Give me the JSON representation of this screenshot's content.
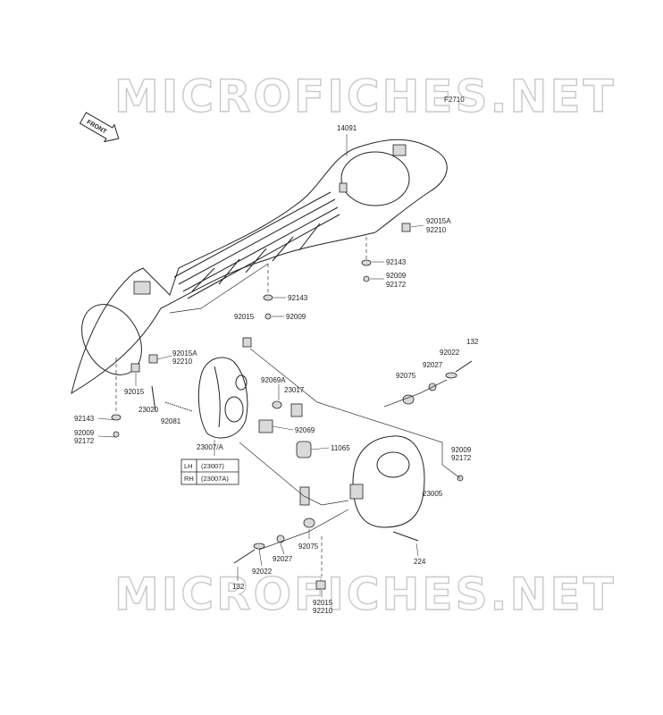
{
  "watermark": {
    "text": "MICROFICHES.NET"
  },
  "figure_code": "F2710",
  "front_marker": "FRONT",
  "labels": [
    {
      "text": "14091"
    },
    {
      "text": "92015A"
    },
    {
      "text": "92210"
    },
    {
      "text": "92143"
    },
    {
      "text": "92009"
    },
    {
      "text": "92172"
    },
    {
      "text": "92143"
    },
    {
      "text": "92009"
    },
    {
      "text": "92015"
    },
    {
      "text": "92015A"
    },
    {
      "text": "92210"
    },
    {
      "text": "92015"
    },
    {
      "text": "23020"
    },
    {
      "text": "92081"
    },
    {
      "text": "92143"
    },
    {
      "text": "92009"
    },
    {
      "text": "92172"
    },
    {
      "text": "92069A"
    },
    {
      "text": "23017"
    },
    {
      "text": "92069"
    },
    {
      "text": "11065"
    },
    {
      "text": "23007/A"
    },
    {
      "text": "92027"
    },
    {
      "text": "92022"
    },
    {
      "text": "132"
    },
    {
      "text": "92075"
    },
    {
      "text": "92009"
    },
    {
      "text": "92172"
    },
    {
      "text": "23005"
    },
    {
      "text": "224"
    },
    {
      "text": "92075"
    },
    {
      "text": "92027"
    },
    {
      "text": "92022"
    },
    {
      "text": "132"
    },
    {
      "text": "92015"
    },
    {
      "text": "92210"
    }
  ],
  "legend_table": [
    {
      "side": "LH",
      "part": "(23007)"
    },
    {
      "side": "RH",
      "part": "(23007A)"
    }
  ]
}
